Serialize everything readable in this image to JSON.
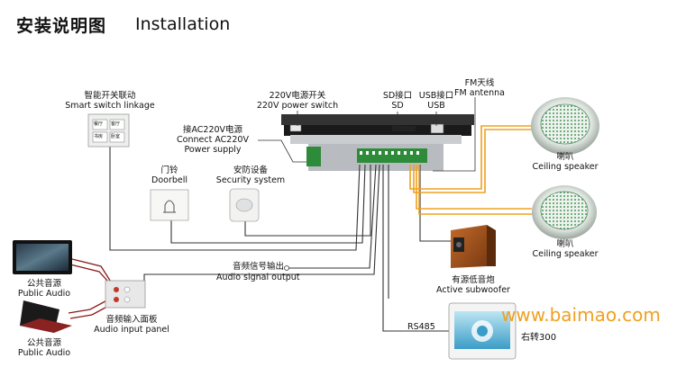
{
  "header": {
    "title_cn": "安装说明图",
    "title_en": "Installation"
  },
  "labels": {
    "smart_switch": {
      "cn": "智能开关联动",
      "en": "Smart switch linkage"
    },
    "power_switch": {
      "cn": "220V电源开关",
      "en": "220V power switch"
    },
    "sd": {
      "cn": "SD接口",
      "en": "SD"
    },
    "usb": {
      "cn": "USB接口",
      "en": "USB"
    },
    "fm": {
      "cn": "FM天线",
      "en": "FM antenna"
    },
    "power_supply": {
      "cn": "接AC220V电源",
      "en1": "Connect AC220V",
      "en2": "Power supply"
    },
    "doorbell": {
      "cn": "门铃",
      "en": "Doorbell"
    },
    "security": {
      "cn": "安防设备",
      "en": "Security system"
    },
    "speaker1": {
      "cn": "喇叭",
      "en": "Ceiling speaker"
    },
    "speaker2": {
      "cn": "喇叭",
      "en": "Ceiling speaker"
    },
    "subwoofer": {
      "cn": "有源低音炮",
      "en": "Active subwoofer"
    },
    "audio_out": {
      "cn": "音频信号输出",
      "en": "Audio signal output"
    },
    "public_audio1": {
      "cn": "公共音源",
      "en": "Public Audio"
    },
    "public_audio2": {
      "cn": "公共音源",
      "en": "Public Audio"
    },
    "input_panel": {
      "cn": "音频输入面板",
      "en": "Audio input panel"
    },
    "rs485": "RS485",
    "turn": "右转300"
  },
  "switch_panel": {
    "r1c1": "餐厅",
    "r1c2": "客厅",
    "r2c1": "书房",
    "r2c2": "卧室"
  },
  "watermark": "www.baimao.com",
  "colors": {
    "wire": "#333333",
    "speaker_wire": "#f0a020",
    "terminal": "#2e8b3a"
  }
}
